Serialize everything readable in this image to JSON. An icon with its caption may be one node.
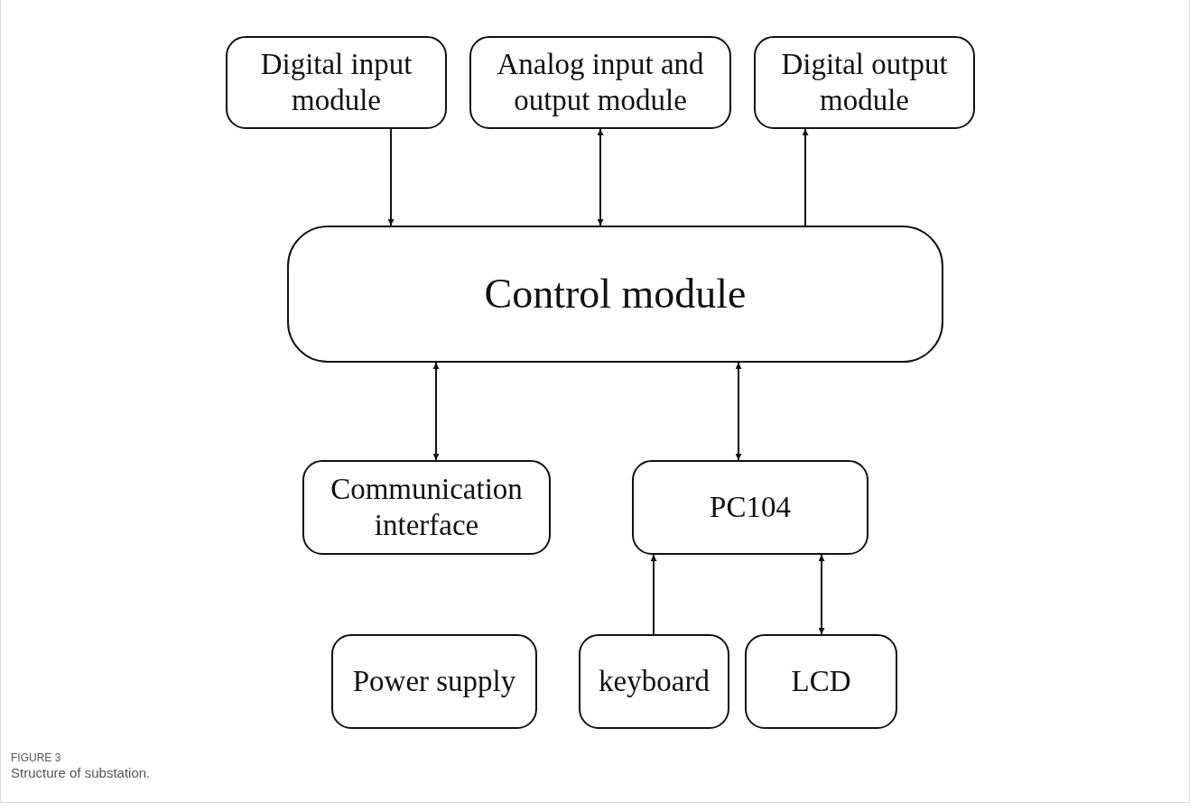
{
  "diagram": {
    "caption": "Structure of substation.",
    "nodes": [
      {
        "text": [
          "Digital input module"
        ]
      },
      {
        "text": [
          "Analog input and output module"
        ]
      },
      {
        "text": [
          "Digital output module"
        ]
      },
      {
        "text": [
          "Control module"
        ]
      },
      {
        "text": [
          "Communication interface"
        ]
      },
      {
        "text": [
          "PC104"
        ]
      },
      {
        "text": [
          "Power supply"
        ]
      },
      {
        "text": [
          "keyboard"
        ]
      },
      {
        "text": [
          "LCD"
        ]
      }
    ],
    "edges": [
      {
        "from": 0,
        "to": 3,
        "arrow": "to"
      },
      {
        "from": 1,
        "to": 3,
        "arrow": "both"
      },
      {
        "from": 3,
        "to": 2,
        "arrow": "to"
      },
      {
        "from": 3,
        "to": 4,
        "arrow": "both"
      },
      {
        "from": 3,
        "to": 5,
        "arrow": "both"
      },
      {
        "from": 7,
        "to": 5,
        "arrow": "to"
      },
      {
        "from": 5,
        "to": 8,
        "arrow": "both"
      }
    ],
    "labels": [
      "FIGURE 3"
    ]
  }
}
